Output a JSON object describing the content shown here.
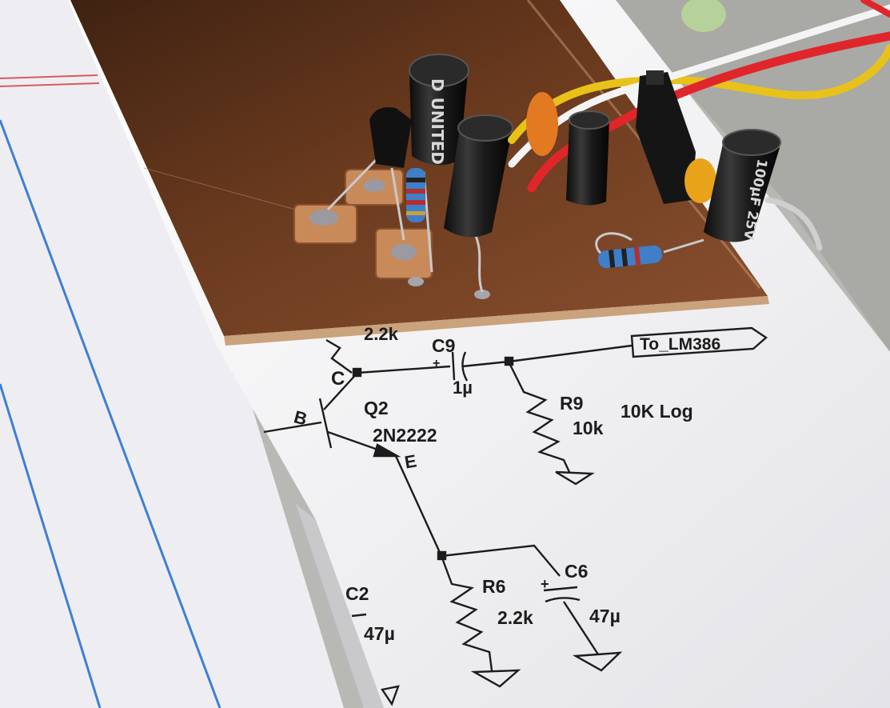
{
  "schematic": {
    "r_top_value": "2.2k",
    "collector_label": "C",
    "base_label": "B",
    "emitter_label": "E",
    "c9": {
      "ref": "C9",
      "value": "1µ",
      "polarity": "+"
    },
    "output_tag": "To_LM386",
    "q2": {
      "ref": "Q2",
      "part": "2N2222"
    },
    "r9": {
      "ref": "R9",
      "value": "10k",
      "note": "10K Log"
    },
    "r6": {
      "ref": "R6",
      "value": "2.2k"
    },
    "c6": {
      "ref": "C6",
      "value": "47µ",
      "polarity": "+"
    },
    "c2": {
      "ref": "C2",
      "value": "47µ"
    }
  },
  "components": {
    "cap_large_marking": "D UNITED",
    "cap_right_marking": "100µF 25V"
  },
  "colors": {
    "pcb_copper": "#6e3a1f",
    "paper": "#f2f2f4",
    "notebook_line_blue": "#3d7fd6",
    "notebook_margin_red": "#d85a5a",
    "wire_red": "#e0262a",
    "wire_yellow": "#e8c21a",
    "wire_white": "#f4f4f4",
    "ink": "#1c1c1c"
  }
}
